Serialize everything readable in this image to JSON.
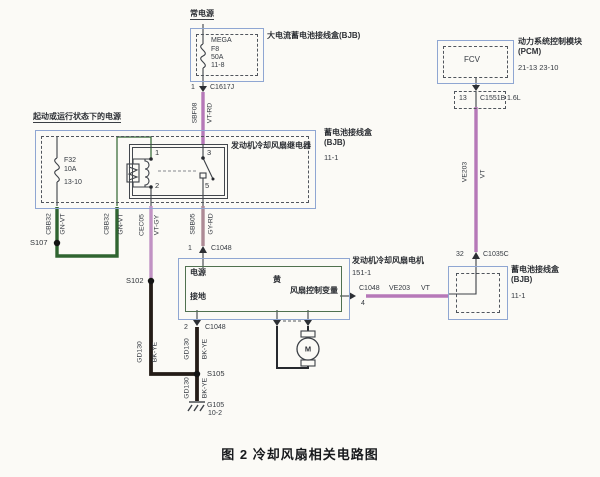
{
  "caption": "图 2 冷却风扇相关电路图",
  "colors": {
    "box_border": "#8fa6d2",
    "wire_violet": "#b678b8",
    "wire_violet_gray": "#c192c4",
    "wire_gray_red": "#ad8a95",
    "wire_green": "#2f6430",
    "wire_black": "#241c17",
    "line_color": "#3c4046"
  },
  "power": {
    "constant": "常电源",
    "run_start": "起动或运行状态下的电源"
  },
  "mega_fuse": {
    "box_label": "大电流蓄电池接线盒(BJB)",
    "name": "MEGA",
    "code": "F8",
    "rating": "50A",
    "grid": "11-8"
  },
  "f32_fuse": {
    "code": "F32",
    "rating": "10A",
    "grid": "13-10"
  },
  "pcm": {
    "line1": "动力系统控制模块",
    "line2": "(PCM)",
    "grid": "21-13  23-10",
    "pin_label": "FCV"
  },
  "bjb_left": {
    "line1": "蓄电池接线盒",
    "line2": "(BJB)",
    "grid": "11-1"
  },
  "bjb_right": {
    "line1": "蓄电池接线盒",
    "line2": "(BJB)",
    "grid": "11-1"
  },
  "relay": {
    "title": "发动机冷却风扇继电器",
    "pin1": "1",
    "pin2": "2",
    "pin3": "3",
    "pin5": "5"
  },
  "motor": {
    "title": "发动机冷却风扇电机",
    "grid": "151-1",
    "pin_power": "电源",
    "pin_ground": "接地",
    "note_yellow": "黄",
    "pin_fan_control": "风扇控制变量",
    "symbol": "M"
  },
  "connectors": {
    "c1617j": {
      "pin": "1",
      "id": "C1617J"
    },
    "c1551b": {
      "pin": "13",
      "id": "C1551B",
      "note": "1.6L"
    },
    "c1035c": {
      "pin": "32",
      "id": "C1035C"
    },
    "c1048_power": {
      "pin": "1",
      "id": "C1048"
    },
    "c1048_ground": {
      "pin": "2",
      "id": "C1048"
    },
    "c1048_control": {
      "pin": "4",
      "id": "C1048"
    }
  },
  "splices": {
    "s107": "S107",
    "s102": "S102",
    "s105": "S105"
  },
  "ground": {
    "id": "G105",
    "grid": "10-2"
  },
  "wires": {
    "sbf08": {
      "circuit": "SBF08",
      "color": "VT-RD"
    },
    "cbb32_left": {
      "circuit": "CBB32",
      "color": "GN-VT"
    },
    "cbb32_right": {
      "circuit": "CBB32",
      "color": "GN-VT"
    },
    "cec05": {
      "circuit": "CEC05",
      "color": "VT-GY"
    },
    "sbb05": {
      "circuit": "SBB05",
      "color": "GY-RD"
    },
    "ve203_vertical": {
      "circuit": "VE203",
      "color": "VT"
    },
    "ve203_horizontal": {
      "circuit": "VE203",
      "color": "VT"
    },
    "gd130_splice": {
      "circuit": "GD130",
      "color": "BK-YE"
    },
    "gd130_motor": {
      "circuit": "GD130",
      "color": "BK-YE"
    },
    "gd130_ground": {
      "circuit": "GD130",
      "color": "BK-YE"
    }
  }
}
